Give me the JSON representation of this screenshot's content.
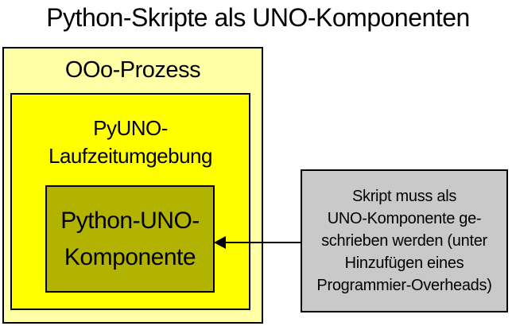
{
  "title": "Python-Skripte als UNO-Komponenten",
  "diagram": {
    "outer_box": {
      "label": "OOo-Prozess",
      "fill_color": "#ffffa6"
    },
    "runtime_box": {
      "lines": [
        "PyUNO-",
        "Laufzeitumgebung"
      ],
      "fill_color": "#ffff00"
    },
    "component_box": {
      "lines": [
        "Python-UNO-",
        "Komponente"
      ],
      "fill_color": "#b2b200"
    },
    "note_box": {
      "lines": [
        "Skript muss als",
        "UNO-Komponente ge-",
        "schrieben werden (unter",
        "Hinzufügen eines",
        "Programmier-Overheads)"
      ],
      "fill_color": "#c9c9c9"
    },
    "arrow": {
      "direction": "left",
      "from": "note_box",
      "to": "component_box",
      "color": "#000000"
    },
    "border_color": "#000000"
  }
}
